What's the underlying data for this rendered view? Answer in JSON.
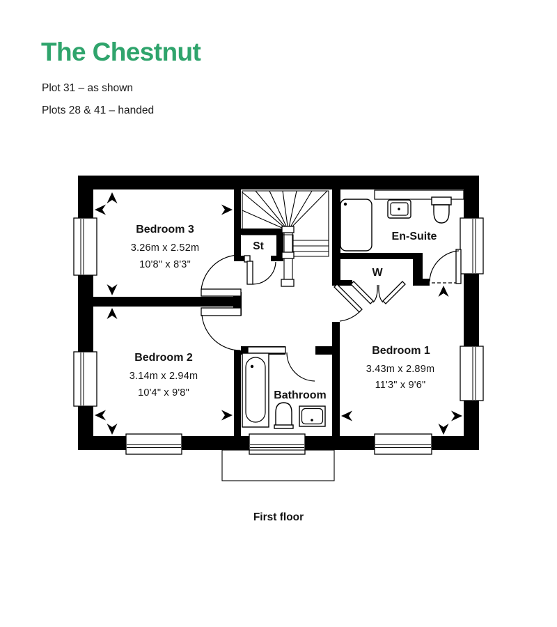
{
  "header": {
    "title": "The Chestnut",
    "plot_line1": "Plot 31 – as shown",
    "plot_line2": "Plots 28 & 41 – handed"
  },
  "rooms": {
    "bedroom3": {
      "name": "Bedroom 3",
      "metric": "3.26m x 2.52m",
      "imperial": "10'8\" x 8'3\""
    },
    "bedroom2": {
      "name": "Bedroom 2",
      "metric": "3.14m x 2.94m",
      "imperial": "10'4\" x 9'8\""
    },
    "bedroom1": {
      "name": "Bedroom 1",
      "metric": "3.43m x 2.89m",
      "imperial": "11'3\" x 9'6\""
    },
    "bathroom": {
      "name": "Bathroom"
    },
    "ensuite": {
      "name": "En-Suite"
    },
    "store": {
      "name": "St"
    },
    "wardrobe": {
      "name": "W"
    }
  },
  "caption": "First floor",
  "colors": {
    "accent": "#2fa46c",
    "ink": "#1b1b1b",
    "line": "#000000"
  }
}
